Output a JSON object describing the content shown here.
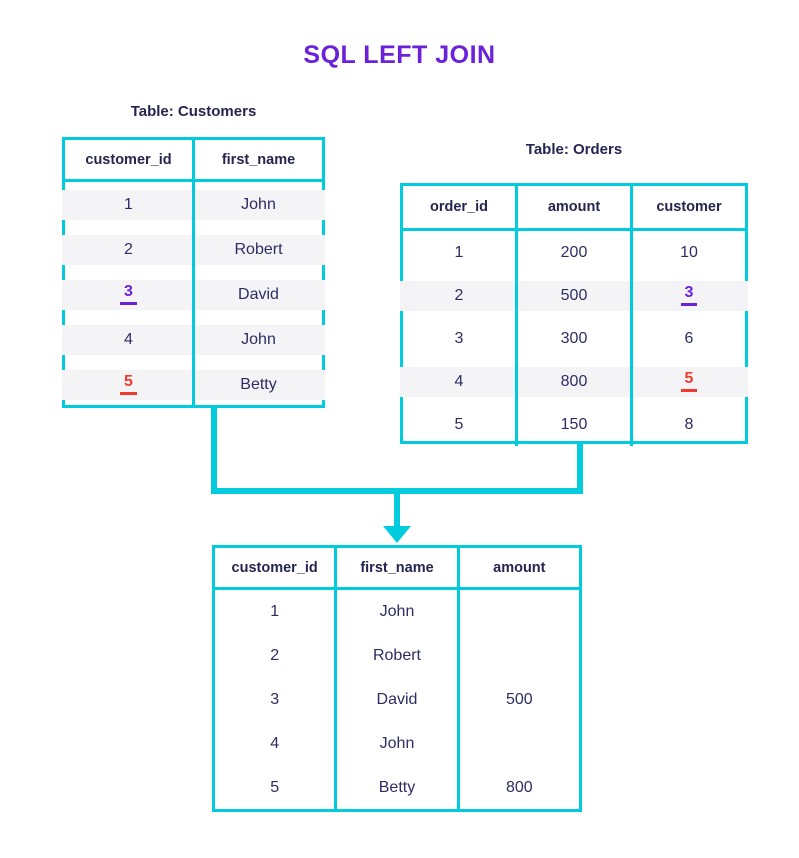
{
  "title": "SQL LEFT JOIN",
  "colors": {
    "title_purple": "#6b21d9",
    "border_cyan": "#00ccdd",
    "text_navy": "#2d2d63",
    "highlight_row": "#f4f4f7",
    "mark_purple": "#6b21d9",
    "mark_red": "#ef3b2d",
    "background": "#ffffff"
  },
  "customers": {
    "caption": "Table: Customers",
    "headers": [
      "customer_id",
      "first_name"
    ],
    "rows": [
      {
        "highlight": true,
        "cells": [
          {
            "text": "1",
            "mark": "none"
          },
          {
            "text": "John",
            "mark": "none"
          }
        ]
      },
      {
        "highlight": true,
        "cells": [
          {
            "text": "2",
            "mark": "none"
          },
          {
            "text": "Robert",
            "mark": "none"
          }
        ]
      },
      {
        "highlight": true,
        "cells": [
          {
            "text": "3",
            "mark": "purple"
          },
          {
            "text": "David",
            "mark": "none"
          }
        ]
      },
      {
        "highlight": true,
        "cells": [
          {
            "text": "4",
            "mark": "none"
          },
          {
            "text": "John",
            "mark": "none"
          }
        ]
      },
      {
        "highlight": true,
        "cells": [
          {
            "text": "5",
            "mark": "red"
          },
          {
            "text": "Betty",
            "mark": "none"
          }
        ]
      }
    ]
  },
  "orders": {
    "caption": "Table: Orders",
    "headers": [
      "order_id",
      "amount",
      "customer"
    ],
    "rows": [
      {
        "highlight": false,
        "cells": [
          {
            "text": "1",
            "mark": "none"
          },
          {
            "text": "200",
            "mark": "none"
          },
          {
            "text": "10",
            "mark": "none"
          }
        ]
      },
      {
        "highlight": true,
        "cells": [
          {
            "text": "2",
            "mark": "none"
          },
          {
            "text": "500",
            "mark": "none"
          },
          {
            "text": "3",
            "mark": "purple"
          }
        ]
      },
      {
        "highlight": false,
        "cells": [
          {
            "text": "3",
            "mark": "none"
          },
          {
            "text": "300",
            "mark": "none"
          },
          {
            "text": "6",
            "mark": "none"
          }
        ]
      },
      {
        "highlight": true,
        "cells": [
          {
            "text": "4",
            "mark": "none"
          },
          {
            "text": "800",
            "mark": "none"
          },
          {
            "text": "5",
            "mark": "red"
          }
        ]
      },
      {
        "highlight": false,
        "cells": [
          {
            "text": "5",
            "mark": "none"
          },
          {
            "text": "150",
            "mark": "none"
          },
          {
            "text": "8",
            "mark": "none"
          }
        ]
      }
    ]
  },
  "result": {
    "caption": "",
    "headers": [
      "customer_id",
      "first_name",
      "amount"
    ],
    "rows": [
      {
        "highlight": false,
        "cells": [
          {
            "text": "1",
            "mark": "none"
          },
          {
            "text": "John",
            "mark": "none"
          },
          {
            "text": "",
            "mark": "none"
          }
        ]
      },
      {
        "highlight": false,
        "cells": [
          {
            "text": "2",
            "mark": "none"
          },
          {
            "text": "Robert",
            "mark": "none"
          },
          {
            "text": "",
            "mark": "none"
          }
        ]
      },
      {
        "highlight": false,
        "cells": [
          {
            "text": "3",
            "mark": "none"
          },
          {
            "text": "David",
            "mark": "none"
          },
          {
            "text": "500",
            "mark": "none"
          }
        ]
      },
      {
        "highlight": false,
        "cells": [
          {
            "text": "4",
            "mark": "none"
          },
          {
            "text": "John",
            "mark": "none"
          },
          {
            "text": "",
            "mark": "none"
          }
        ]
      },
      {
        "highlight": false,
        "cells": [
          {
            "text": "5",
            "mark": "none"
          },
          {
            "text": "Betty",
            "mark": "none"
          },
          {
            "text": "800",
            "mark": "none"
          }
        ]
      }
    ]
  }
}
